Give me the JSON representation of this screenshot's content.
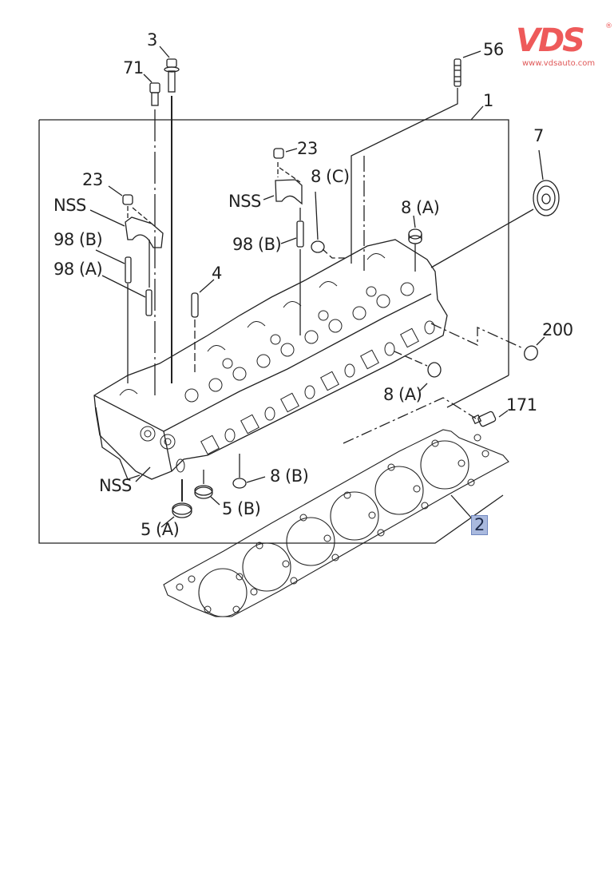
{
  "logo": {
    "brand": "VDS",
    "registered": "®",
    "url": "www.vdsauto.com",
    "color": "#ee5a5a"
  },
  "diagram": {
    "title": "Cylinder head assembly exploded view",
    "highlight_color": "#a9b9de",
    "callouts": [
      {
        "id": "c3",
        "label": "3"
      },
      {
        "id": "c71",
        "label": "71"
      },
      {
        "id": "c56",
        "label": "56"
      },
      {
        "id": "c1",
        "label": "1"
      },
      {
        "id": "c23a",
        "label": "23"
      },
      {
        "id": "c23b",
        "label": "23"
      },
      {
        "id": "cnss1",
        "label": "NSS"
      },
      {
        "id": "cnss2",
        "label": "NSS"
      },
      {
        "id": "cnss3",
        "label": "NSS"
      },
      {
        "id": "c98b1",
        "label": "98 (B)"
      },
      {
        "id": "c98a",
        "label": "98 (A)"
      },
      {
        "id": "c98b2",
        "label": "98 (B)"
      },
      {
        "id": "c8c",
        "label": "8 (C)"
      },
      {
        "id": "c8a1",
        "label": "8 (A)"
      },
      {
        "id": "c8a2",
        "label": "8 (A)"
      },
      {
        "id": "c8b",
        "label": "8 (B)"
      },
      {
        "id": "c7",
        "label": "7"
      },
      {
        "id": "c4",
        "label": "4"
      },
      {
        "id": "c200",
        "label": "200"
      },
      {
        "id": "c171",
        "label": "171"
      },
      {
        "id": "c5a",
        "label": "5 (A)"
      },
      {
        "id": "c5b",
        "label": "5 (B)"
      },
      {
        "id": "c2",
        "label": "2",
        "highlighted": true
      }
    ]
  }
}
